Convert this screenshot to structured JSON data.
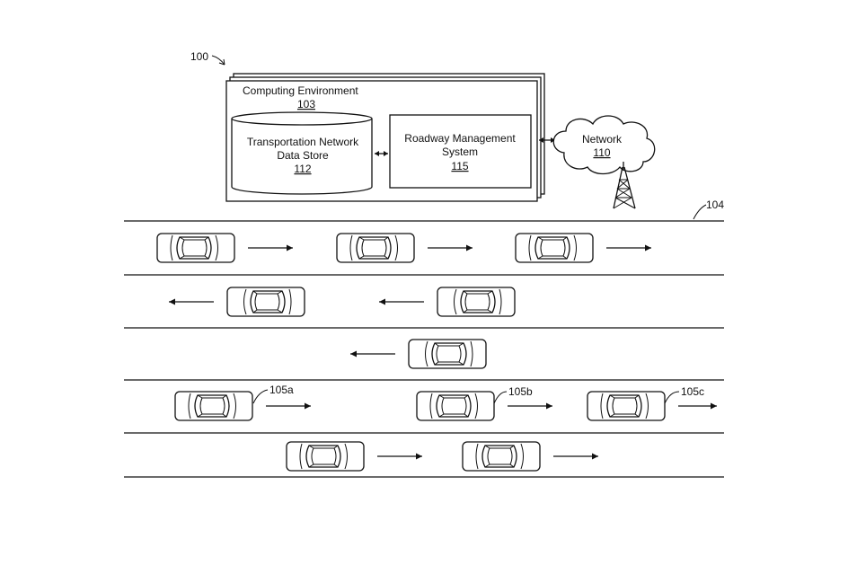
{
  "figure_label": "100",
  "computing_environment": {
    "title": "Computing Environment",
    "ref": "103"
  },
  "data_store": {
    "line1": "Transportation Network",
    "line2": "Data Store",
    "ref": "112"
  },
  "roadway_system": {
    "line1": "Roadway Management",
    "line2": "System",
    "ref": "115"
  },
  "network": {
    "label": "Network",
    "ref": "110"
  },
  "roadway_label": "104",
  "vehicle_labels": {
    "a": "105a",
    "b": "105b",
    "c": "105c"
  },
  "lanes": [
    {
      "direction": "right",
      "car_positions": [
        218,
        418,
        617
      ]
    },
    {
      "direction": "left",
      "car_positions": [
        296,
        530
      ]
    },
    {
      "direction": "left",
      "car_positions": [
        498
      ]
    },
    {
      "direction": "right",
      "car_positions": [
        238,
        507,
        697
      ]
    },
    {
      "direction": "right",
      "car_positions": [
        362,
        558
      ]
    }
  ]
}
